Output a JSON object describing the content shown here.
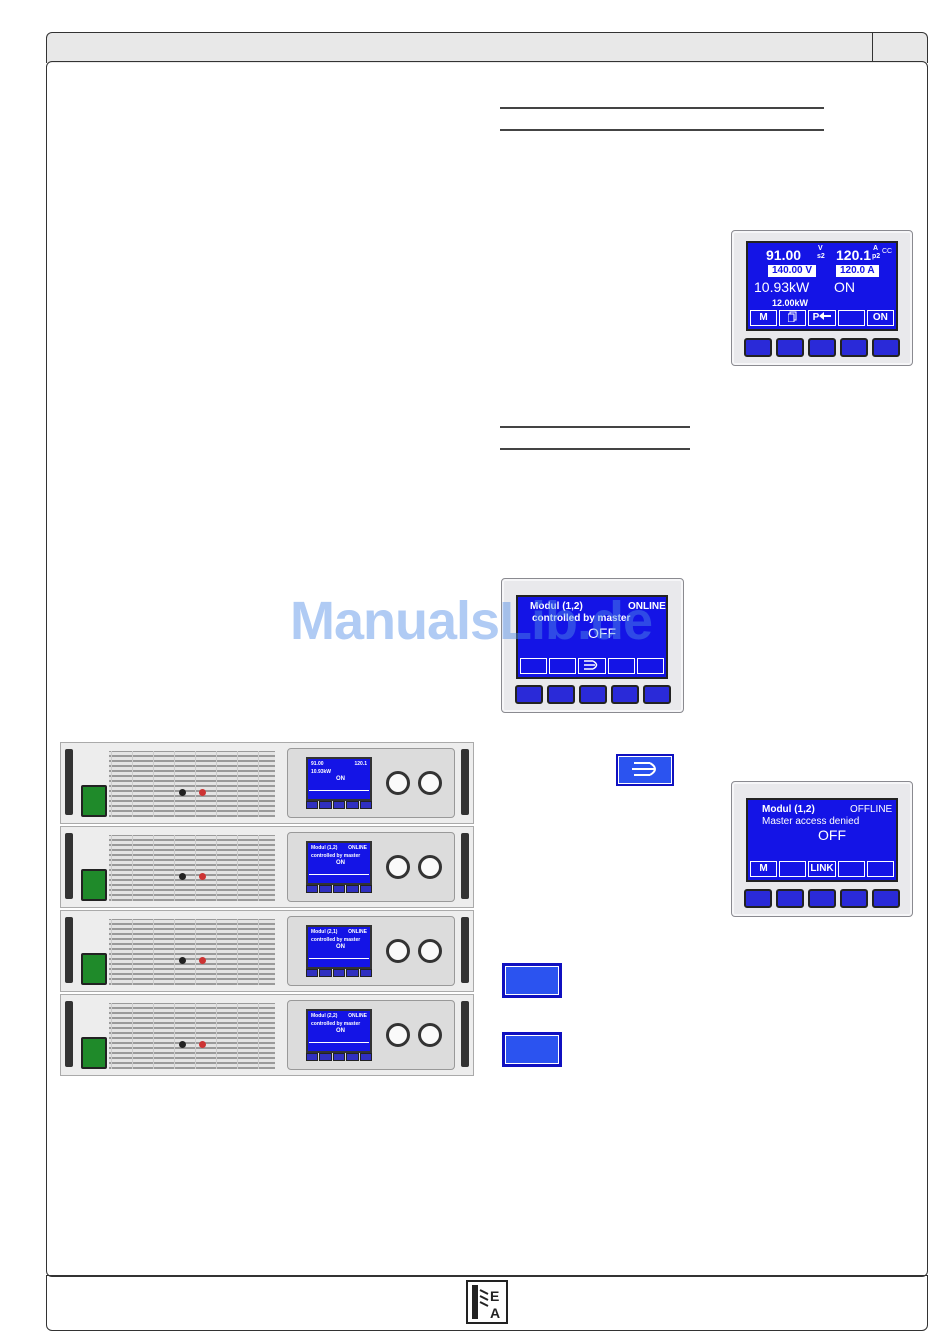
{
  "display1": {
    "voltage": "91.00",
    "voltage_unit": "V",
    "voltage_sub": "s2",
    "current": "120.1",
    "current_unit": "A",
    "current_sub": "p2",
    "mode": "CC",
    "voltage_set": "140.00 V",
    "current_set": "120.0 A",
    "power": "10.93kW",
    "output": "ON",
    "power_set": "12.00kW",
    "soft_m": "M",
    "soft_p": "P",
    "soft_on": "ON"
  },
  "display2": {
    "title": "Modul (1,2)",
    "status": "ONLINE",
    "line2": "controlled by master",
    "state": "OFF"
  },
  "display3": {
    "title": "Modul (1,2)",
    "status": "OFFLINE",
    "line2": "Master access denied",
    "state": "OFF",
    "soft_m": "M",
    "soft_link": "LINK"
  },
  "rack": [
    {
      "title": "91.00",
      "b": "120.1",
      "l2": "10.93kW",
      "l3": "ON"
    },
    {
      "title": "Modul (1,2)",
      "b": "ONLINE",
      "l2": "controlled by master",
      "l3": "ON"
    },
    {
      "title": "Modul (2,1)",
      "b": "ONLINE",
      "l2": "controlled by master",
      "l3": "ON"
    },
    {
      "title": "Modul (2,2)",
      "b": "ONLINE",
      "l2": "controlled by master",
      "l3": "ON"
    }
  ],
  "watermark": "ManualsLib.de",
  "colors": {
    "lcd": "#1414e6",
    "button": "#2b53f0"
  }
}
